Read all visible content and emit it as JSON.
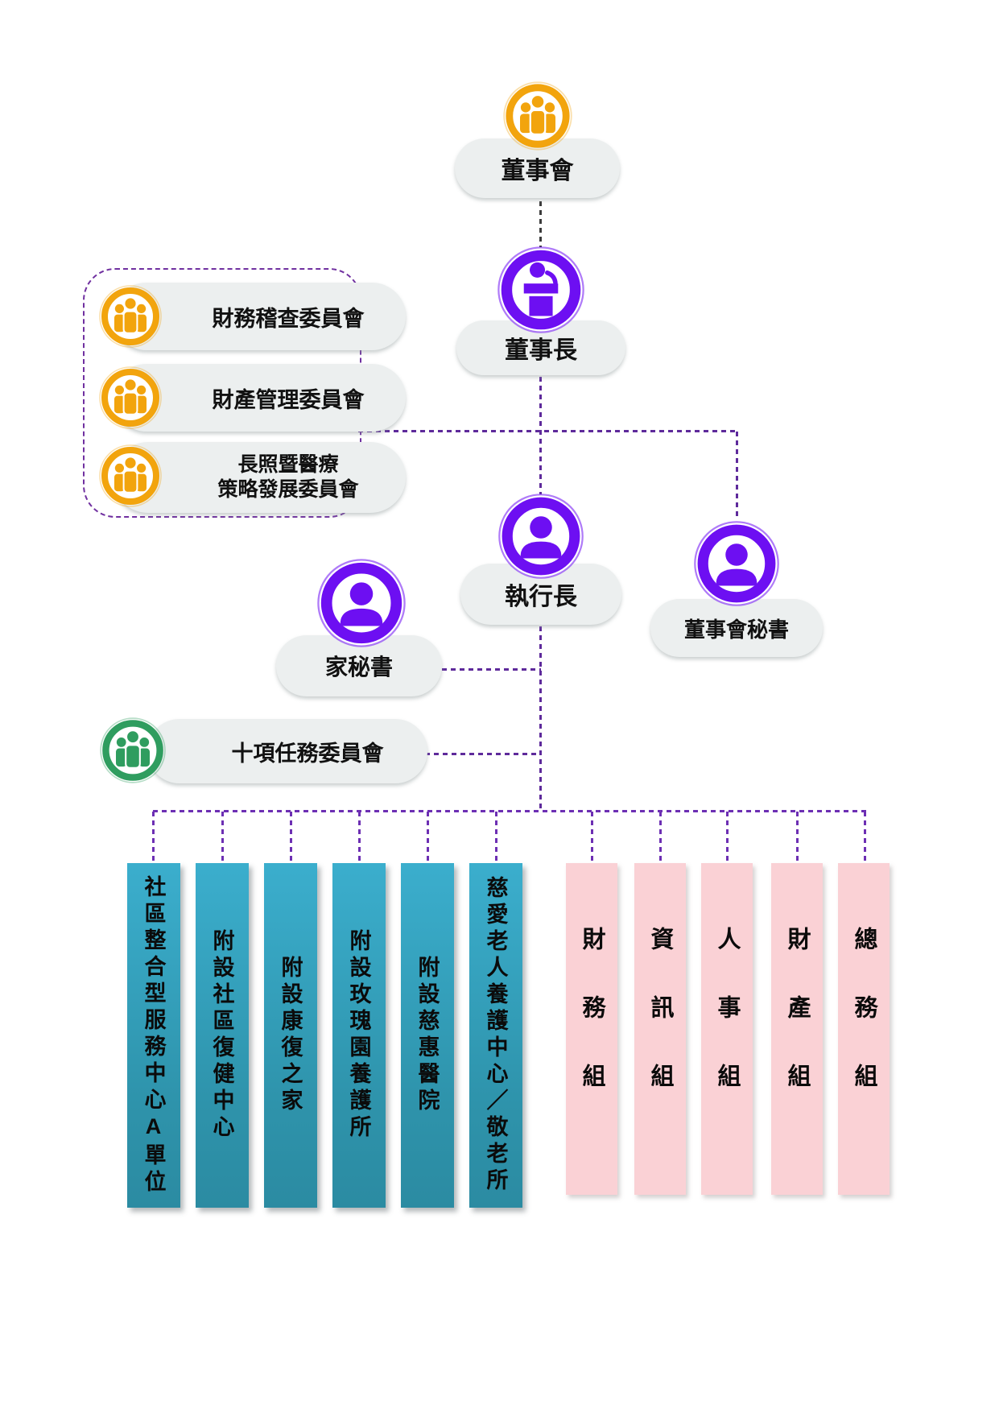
{
  "nodes": {
    "board": {
      "label": "董事會"
    },
    "chairman": {
      "label": "董事長"
    },
    "ceo": {
      "label": "執行長"
    },
    "board_secretary": {
      "label": "董事會秘書"
    },
    "home_secretary": {
      "label": "家秘書"
    },
    "ten_tasks_committee": {
      "label": "十項任務委員會"
    }
  },
  "advisory_committees": {
    "items": [
      {
        "label": "財務稽查委員會"
      },
      {
        "label": "財產管理委員會"
      },
      {
        "label_line1": "長照暨醫療",
        "label_line2": "策略發展委員會"
      }
    ]
  },
  "service_units": [
    "社區整合型服務中心A單位",
    "附設社區復健中心",
    "附設康復之家",
    "附設玫瑰園養護所",
    "附設慈惠醫院",
    "慈愛老人養護中心／敬老所"
  ],
  "admin_units": [
    "財務組",
    "資訊組",
    "人事組",
    "財產組",
    "總務組"
  ],
  "icons": {
    "board": "group-icon",
    "chairman": "podium-icon",
    "ceo": "person-icon",
    "board_secretary": "person-icon",
    "home_secretary": "person-icon",
    "advisory_committee": "group-icon",
    "ten_tasks_committee": "group-icon"
  },
  "colors": {
    "icon_orange": "#F2A40D",
    "icon_purple": "#6D0FF2",
    "icon_green": "#2F9D5F",
    "connector_purple": "#5E2A9B",
    "grid_purple": "#6D2FB3",
    "pill_grey": "#ECEFEF",
    "teal_bar_top": "#3BAECD",
    "teal_bar_bottom": "#2B8BA2",
    "pink_bar": "#FAD1D5"
  }
}
